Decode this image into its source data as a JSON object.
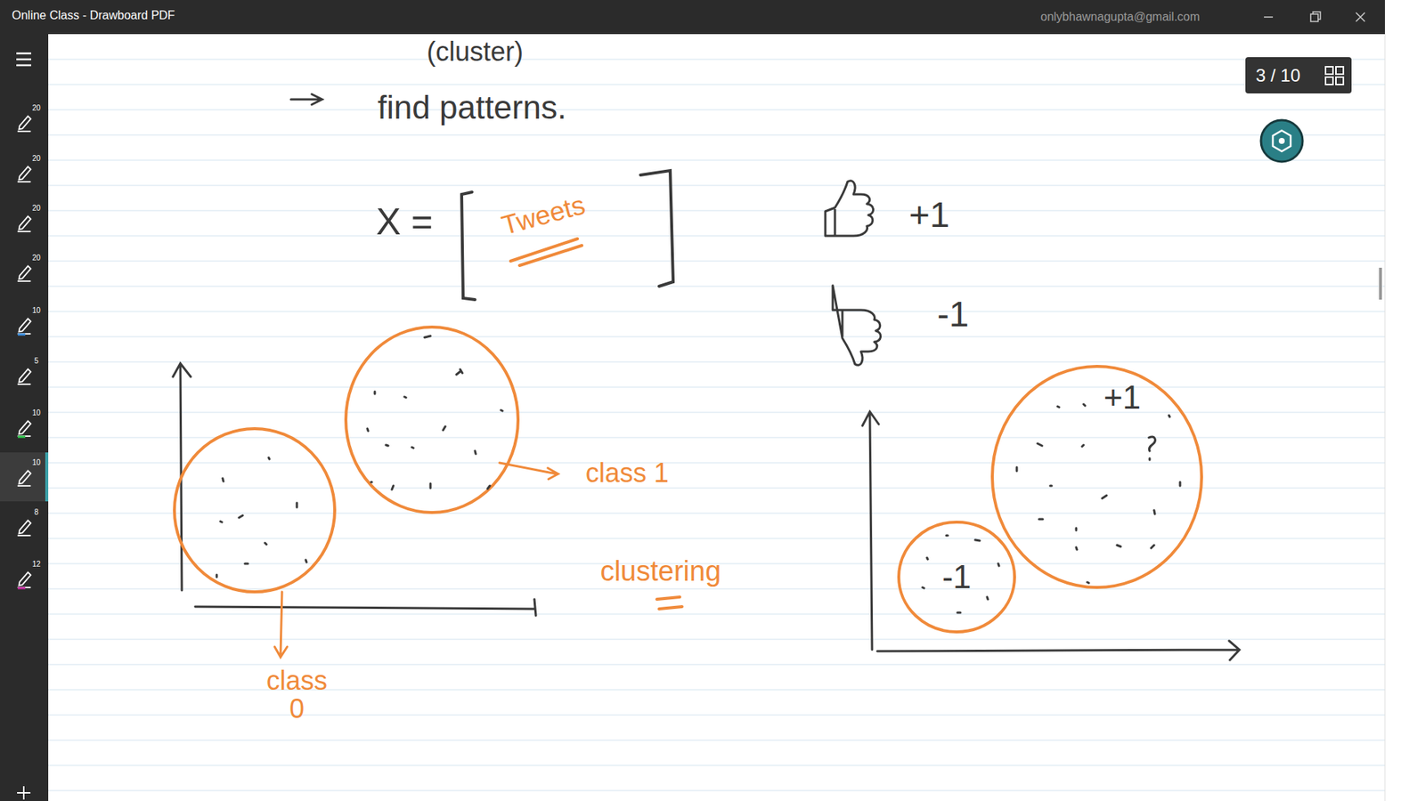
{
  "diagram": {
    "title": "Online Class - Drawboard PDF",
    "nodes": [
      {
        "text": [
          "+1"
        ]
      },
      {
        "text": [
          "-1"
        ]
      }
    ],
    "labels": [
      "(cluster)",
      "find patterns.",
      "X =",
      "Tweets",
      "+1",
      "-1",
      "class 1",
      "clustering",
      "class 0",
      "onlybhawnagupta@gmail.com",
      "3 / 10",
      "20",
      "20",
      "20",
      "20",
      "10",
      "5",
      "10",
      "10",
      "8",
      "12"
    ]
  }
}
